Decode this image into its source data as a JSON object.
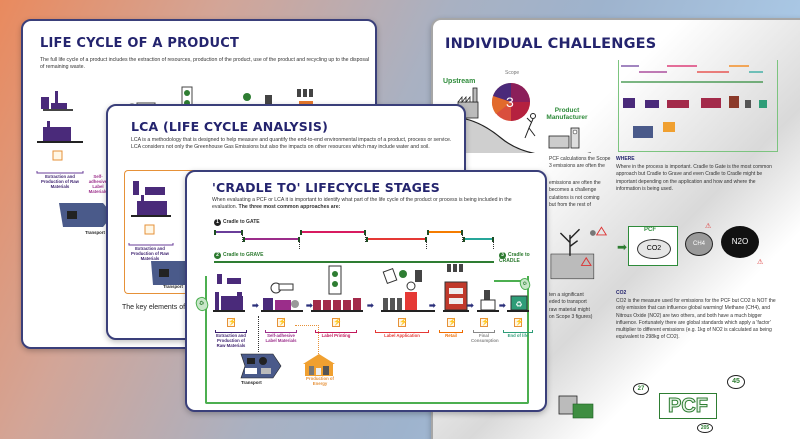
{
  "slides": {
    "lifecycle": {
      "title": "LIFE CYCLE OF A PRODUCT",
      "body": "The full life cycle of a product includes the extraction of resources, production of the product, use of the product and recycling up to the disposal of remaining waste.",
      "labels": {
        "extraction": "Extraction and Production of Raw Materials",
        "self_adhesive": "Self-adhesive Label Materials",
        "transport": "Transport"
      }
    },
    "lca": {
      "title": "LCA (LIFE CYCLE ANALYSIS)",
      "body": "LCA is a methodology that is designed to help measure and quantify the end-to-end environmental impacts of a product, process or service. LCA considers not only the Greenhouse Gas Emissions but also the impacts on other resources which may include water and soil.",
      "labels": {
        "extraction": "Extraction and Production of Raw Materials",
        "transport": "Transport"
      },
      "footer": "The key elements of"
    },
    "cradle": {
      "title": "'CRADLE TO' LIFECYCLE STAGES",
      "body_plain": "When evaluating a PCF or LCA it is important to identify what part of the life cycle of the product or process is being included in the evaluation.",
      "body_bold": "The three most common approaches are:",
      "approaches": [
        {
          "num": "1",
          "label": "Cradle to GATE"
        },
        {
          "num": "2",
          "label": "Cradle to GRAVE"
        },
        {
          "num": "3",
          "label": "Cradle to CRADLE"
        }
      ],
      "stages": [
        {
          "label": "Extraction and Production of Raw Materials",
          "color": "#3b1f6e"
        },
        {
          "label": "Self-adhesive Label Materials",
          "color": "#9b2d8a"
        },
        {
          "label": "Label Printing",
          "color": "#c2185b"
        },
        {
          "label": "Label Application",
          "color": "#e53935"
        },
        {
          "label": "Retail",
          "color": "#ef6c00"
        },
        {
          "label": "Final Consumption",
          "color": "#888888"
        },
        {
          "label": "End of life",
          "color": "#2e9d78"
        }
      ],
      "timeline_colors": [
        "#6a3d9a",
        "#9b2d8a",
        "#d81b60",
        "#e53935",
        "#f57c00",
        "#26a69a"
      ],
      "transport": "Transport",
      "energy": "Production of Energy"
    },
    "challenges": {
      "title": "INDIVIDUAL CHALLENGES",
      "diagram_labels": {
        "upstream": "Upstream",
        "scope": "Scope",
        "scope_number": "3",
        "manufacturer": "Product Manufacturer"
      },
      "scope3_fragment": "PCF calculations the Scope 3 emissions are often the",
      "scope3_lines": [
        "emissions are often the",
        "becomes a challenge",
        "culations is not coming",
        "but from the rest of"
      ],
      "raw_lines": [
        "ten a significant",
        "eded to transport",
        "raw material might",
        "on Scope 3 figures)"
      ],
      "where": {
        "heading": "WHERE",
        "text": "Where in the process is important. Cradle to Gate is the most common approach but Cradle to Grave and even Cradle to Cradle might be important depending on the application and how and where the information is being used."
      },
      "co2": {
        "heading": "CO2",
        "text": "CO2 is the measure used for emissions for the PCF but CO2 is NOT the only emission that can influence global warming! Methane (CH4), and Nitrous Oxide (NO2) are two others, and both have a much bigger influence. Fortunately there are global standards which apply a 'factor' multiplier to different emissions (e.g. 1kg of NO2 is calculated as being equivalent to 298kg of CO2)."
      },
      "gases": {
        "pcf": "PCF",
        "co2": "CO2",
        "ch4": "CH4",
        "n2o": "N2O"
      },
      "pcf_figure": {
        "label": "PCF",
        "left_value": "27",
        "right_value": "45",
        "bottom_value": "205"
      }
    }
  }
}
